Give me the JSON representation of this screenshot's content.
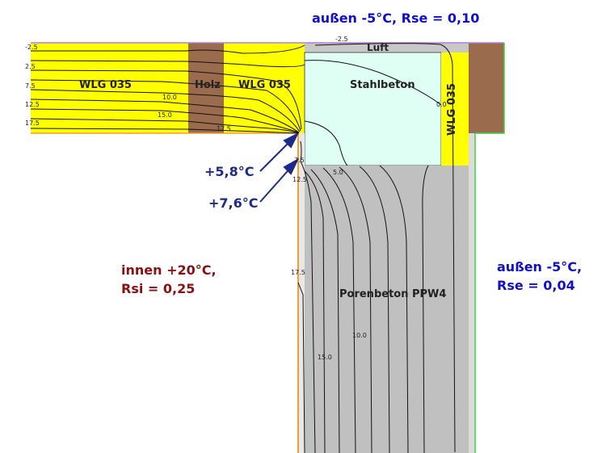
{
  "materials": {
    "wlg_left": "WLG 035",
    "holz": "Holz",
    "wlg_mid": "WLG 035",
    "luft": "Luft",
    "stahlbeton": "Stahlbeton",
    "wlg_vertical": "WLG 035",
    "porenbeton": "Porenbeton PPW4"
  },
  "boundaries": {
    "outside_top_1": "außen -5°C, Rse = 0,10",
    "outside_right_1": "außen -5°C,",
    "outside_right_2": "Rse = 0,04",
    "inside_1": "innen +20°C,",
    "inside_2": "Rsi = 0,25"
  },
  "annotations": {
    "temp_corner_1": "+5,8°C",
    "temp_corner_2": "+7,6°C"
  },
  "isotherm_labels": {
    "left_m25": "-2.5",
    "left_25": "2.5",
    "left_75": "7.5",
    "left_125": "12.5",
    "left_175": "17.5",
    "slab_10": "10.0",
    "slab_15": "15.0",
    "holz_175": "17.5",
    "top_m25": "-2.5",
    "beton_00": "0.0",
    "wall_75": "7.5",
    "wall_125": "12.5",
    "wall_50": "5.0",
    "wall_175": "17.5",
    "wall_10": "10.0",
    "wall_15": "15.0"
  },
  "colors": {
    "insulation": "#ffff00",
    "wood": "#9a6b4c",
    "concrete": "#e0fff4",
    "aerated_concrete": "#c0c0c0",
    "air": "#c8c8c8",
    "outside_label": "#1010c8",
    "inside_label": "#8b1010",
    "arrow": "#1c2a8a"
  }
}
